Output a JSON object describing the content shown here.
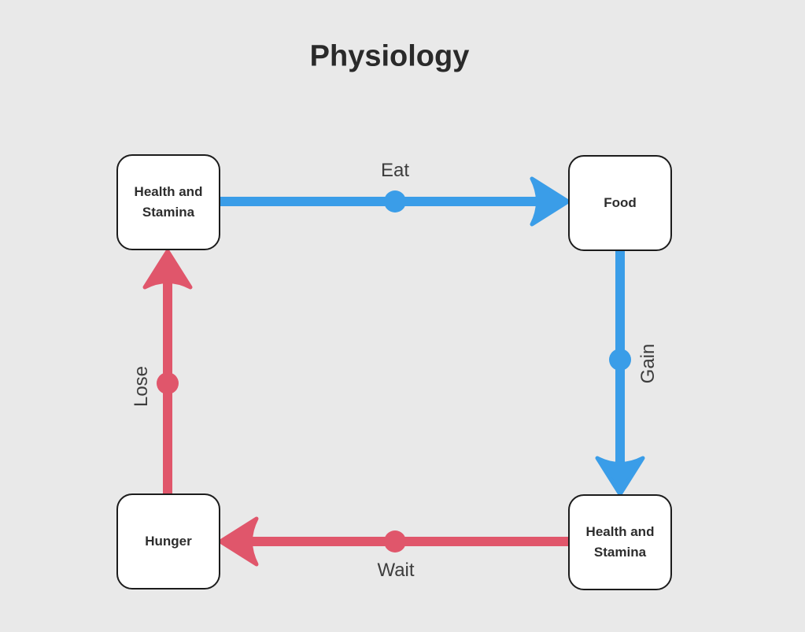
{
  "title": "Physiology",
  "colors": {
    "background": "#e9e9e9",
    "blue": "#3a9de8",
    "red": "#e0566b",
    "node_bg": "#ffffff",
    "node_border": "#1c1c1c",
    "node_text": "#2d2d2d",
    "edge_label": "#3d3d3d",
    "title_text": "#2a2a2a"
  },
  "nodes": [
    {
      "id": "health-top",
      "label": "Health and Stamina"
    },
    {
      "id": "food",
      "label": "Food"
    },
    {
      "id": "health-bottom",
      "label": "Health and Stamina"
    },
    {
      "id": "hunger",
      "label": "Hunger"
    }
  ],
  "edges": [
    {
      "label": "Eat",
      "from": "health-top",
      "to": "food",
      "color": "blue",
      "direction": "right"
    },
    {
      "label": "Gain",
      "from": "food",
      "to": "health-bottom",
      "color": "blue",
      "direction": "down"
    },
    {
      "label": "Wait",
      "from": "health-bottom",
      "to": "hunger",
      "color": "red",
      "direction": "left"
    },
    {
      "label": "Lose",
      "from": "hunger",
      "to": "health-top",
      "color": "red",
      "direction": "up"
    }
  ]
}
